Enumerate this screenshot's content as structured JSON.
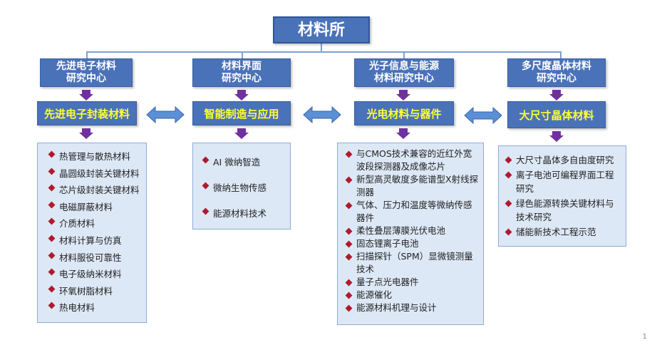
{
  "root": {
    "title": "材料所"
  },
  "columns": [
    {
      "center_line1": "先进电子材料",
      "center_line2": "研究中心",
      "focus": "先进电子封装材料",
      "items": [
        "热管理与散热材料",
        "晶圆级封装关键材料",
        "芯片级封装关键材料",
        "电磁屏蔽材料",
        "介质材料",
        "材料计算与仿真",
        "材料服役可靠性",
        "电子级纳米材料",
        "环氧树脂材料",
        "热电材料"
      ]
    },
    {
      "center_line1": "材料界面",
      "center_line2": "研究中心",
      "focus": "智能制造与应用",
      "items": [
        "AI 微纳智造",
        "微纳生物传感",
        "能源材料技术"
      ]
    },
    {
      "center_line1": "光子信息与能源",
      "center_line2": "材料研究中心",
      "focus": "光电材料与器件",
      "items": [
        "与CMOS技术兼容的近红外宽波段探测器及成像芯片",
        "新型高灵敏度多能谱型X射线探测器",
        "气体、压力和温度等微纳传感器件",
        "柔性叠层薄膜光伏电池",
        "固态锂离子电池",
        "扫描探针（SPM）显微镜测量技术",
        "量子点光电器件",
        "能源催化",
        "能源材料机理与设计"
      ]
    },
    {
      "center_line1": "多尺度晶体材料",
      "center_line2": "研究中心",
      "focus": "大尺寸晶体材料",
      "items": [
        "大尺寸晶体多自由度研究",
        "离子电池可编程界面工程研究",
        "绿色能源转换关键材料与技术研究",
        "储能新技术工程示范"
      ]
    }
  ],
  "page_number": "1",
  "colors": {
    "box_blue": "#4a72b9",
    "focus_text": "#ffff33",
    "arrow_purple": "#7030a0",
    "list_bg": "#dde8f6",
    "bullet": "#b1192e"
  }
}
